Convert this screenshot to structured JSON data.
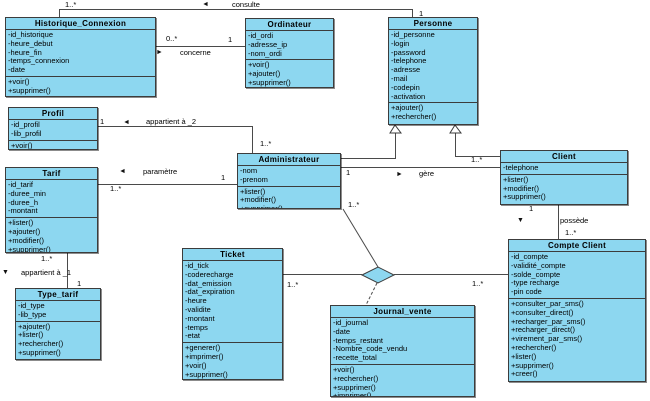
{
  "colors": {
    "class_fill": "#8dd7f0",
    "class_border": "#3c3c3c",
    "connector_line": "#4a4a4a",
    "background": "#ffffff",
    "text": "#000000"
  },
  "icons": {
    "arrow-left": "◄",
    "arrow-right": "►",
    "arrow-down": "▼"
  },
  "classes": [
    {
      "id": "historique_connexion",
      "title": "Historique_Connexion",
      "attributes": [
        "-id_historique",
        "-heure_debut",
        "-heure_fin",
        "-temps_connexion",
        "-date"
      ],
      "methods": [
        "+voir()",
        "+supprimer()"
      ]
    },
    {
      "id": "ordinateur",
      "title": "Ordinateur",
      "attributes": [
        "-id_ordi",
        "-adresse_ip",
        "-nom_ordi"
      ],
      "methods": [
        "+voir()",
        "+ajouter()",
        "+supprimer()"
      ]
    },
    {
      "id": "personne",
      "title": "Personne",
      "attributes": [
        "-id_personne",
        "-login",
        "-password",
        "-telephone",
        "-adresse",
        "-mail",
        "-codepin",
        "-activation"
      ],
      "methods": [
        "+ajouter()",
        "+rechercher()"
      ]
    },
    {
      "id": "profil",
      "title": "Profil",
      "attributes": [
        "-id_profil",
        "-lib_profil"
      ],
      "methods": [
        "+voir()"
      ]
    },
    {
      "id": "administrateur",
      "title": "Administrateur",
      "attributes": [
        "-nom",
        "-prenom"
      ],
      "methods": [
        "+lister()",
        "+modifier()",
        "+supprimer()"
      ]
    },
    {
      "id": "client",
      "title": "Client",
      "attributes": [
        "-telephone"
      ],
      "methods": [
        "+lister()",
        "+modifier()",
        "+supprimer()"
      ]
    },
    {
      "id": "tarif",
      "title": "Tarif",
      "attributes": [
        "-id_tarif",
        "-duree_min",
        "-duree_h",
        "-montant"
      ],
      "methods": [
        "+lister()",
        "+ajouter()",
        "+modifier()",
        "+supprimer()"
      ]
    },
    {
      "id": "type_tarif",
      "title": "Type_tarif",
      "attributes": [
        "-id_type",
        "-lib_type"
      ],
      "methods": [
        "+ajouter()",
        "+lister()",
        "+rechercher()",
        "+supprimer()"
      ]
    },
    {
      "id": "ticket",
      "title": "Ticket",
      "attributes": [
        "-id_tick",
        "-coderecharge",
        "-dat_emission",
        "-dat_expiration",
        "-heure",
        "-validite",
        "-montant",
        "-temps",
        "-etat"
      ],
      "methods": [
        "+generer()",
        "+imprimer()",
        "+voir()",
        "+supprimer()"
      ]
    },
    {
      "id": "journal_vente",
      "title": "Journal_vente",
      "attributes": [
        "-id_journal",
        "-date",
        "-temps_restant",
        "-Nombre_code_vendu",
        "-recette_total"
      ],
      "methods": [
        "+voir()",
        "+rechercher()",
        "+supprimer()",
        "+imprimer()"
      ]
    },
    {
      "id": "compte_client",
      "title": "Compte Client",
      "attributes": [
        "-id_compte",
        "-validité_compte",
        "-solde_compte",
        "-type recharge",
        "-pin code"
      ],
      "methods": [
        "+consulter_par_sms()",
        "+consulter_direct()",
        "+recharger_par_sms()",
        "+recharger_direct()",
        "+virement_par_sms()",
        "+rechercher()",
        "+lister()",
        "+supprimer()",
        "+creer()"
      ]
    }
  ],
  "associations": [
    {
      "id": "consulte",
      "name": "consulte",
      "from": "Personne",
      "to": "Historique_Connexion",
      "arrow": "left",
      "mult_source": "1..*",
      "mult_target": "1"
    },
    {
      "id": "concerne",
      "name": "concerne",
      "from": "Historique_Connexion",
      "to": "Ordinateur",
      "arrow": "right",
      "mult_source": "0..*",
      "mult_target": "1"
    },
    {
      "id": "appartient_a_2",
      "name": "appartient à _2",
      "from": "Administrateur",
      "to": "Profil",
      "arrow": "left",
      "mult_source": "1",
      "mult_target": "1..*"
    },
    {
      "id": "parametre",
      "name": "paramètre",
      "from": "Administrateur",
      "to": "Tarif",
      "arrow": "left",
      "mult_source": "1..*",
      "mult_target": "1"
    },
    {
      "id": "gere",
      "name": "gère",
      "from": "Administrateur",
      "to": "Client",
      "arrow": "right",
      "mult_source": "1",
      "mult_target": "1..*"
    },
    {
      "id": "possede",
      "name": "possède",
      "from": "Client",
      "to": "Compte Client",
      "arrow": "down",
      "mult_source": "1",
      "mult_target": "1..*"
    },
    {
      "id": "appartient_a_1",
      "name": "appartient à _1",
      "from": "Tarif",
      "to": "Type_tarif",
      "arrow": "down",
      "mult_source": "1..*",
      "mult_target": "1"
    },
    {
      "id": "aggregation",
      "name": "",
      "owner": "Administrateur",
      "parts": [
        "Ticket",
        "Compte Client"
      ],
      "association_class": "Journal_vente",
      "mult_owner": "1..*",
      "mult_ticket": "1..*",
      "mult_compte": "1..*"
    }
  ],
  "generalizations": [
    {
      "parent": "Personne",
      "child": "Administrateur"
    },
    {
      "parent": "Personne",
      "child": "Client"
    }
  ]
}
